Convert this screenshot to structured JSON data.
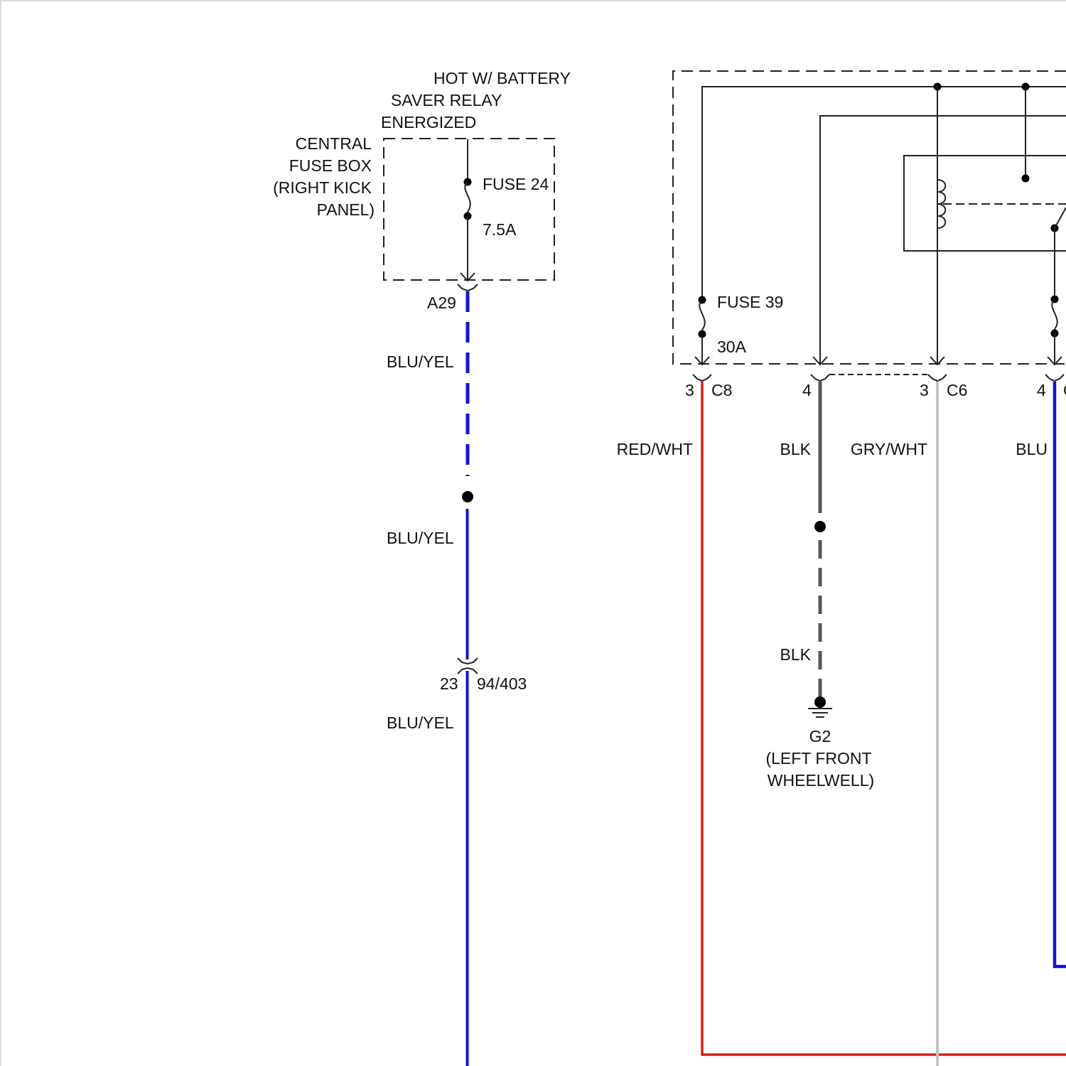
{
  "colors": {
    "blu_yel": "#1515c8",
    "blu_yel_stripe": "#d9d08a",
    "red_wht": "#d42020",
    "blk": "#555555",
    "gry_wht": "#c4c4c4",
    "blu": "#1515c8",
    "line": "#222222"
  },
  "left_circuit": {
    "hot_label_lines": [
      "HOT W/ BATTERY",
      "SAVER RELAY",
      "ENERGIZED"
    ],
    "box_label_lines": [
      "CENTRAL",
      "FUSE BOX",
      "(RIGHT KICK",
      "PANEL)"
    ],
    "fuse_name": "FUSE 24",
    "fuse_rating": "7.5A",
    "connector_a29": "A29",
    "wire_label_1": "BLU/YEL",
    "wire_label_2": "BLU/YEL",
    "connector_pin": "23",
    "connector_name": "94/403",
    "wire_label_3": "BLU/YEL"
  },
  "right_circuit": {
    "fuse39_name": "FUSE 39",
    "fuse39_rating": "30A",
    "c8_pin": "3",
    "c8_name": "C8",
    "blk_pin": "4",
    "c6_pin": "3",
    "c6_name": "C6",
    "blu_pin": "4",
    "blu_connector_partial": "C",
    "wire_red_wht": "RED/WHT",
    "wire_blk": "BLK",
    "wire_gry_wht": "GRY/WHT",
    "wire_blu": "BLU",
    "wire_blk_2": "BLK",
    "ground_name": "G2",
    "ground_location_lines": [
      "(LEFT FRONT",
      "WHEELWELL)"
    ]
  }
}
